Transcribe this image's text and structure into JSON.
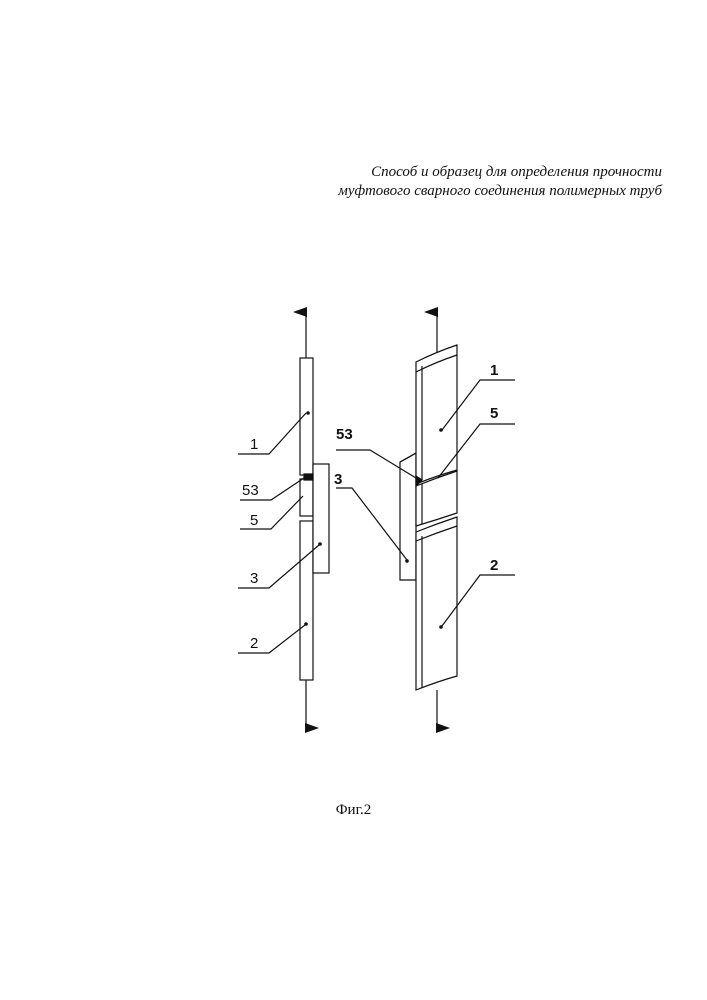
{
  "header": {
    "title_line1": "Способ и образец для определения прочности",
    "title_line2": "муфтового сварного соединения полимерных труб"
  },
  "side_view": {
    "labels": [
      "1",
      "53",
      "5",
      "3",
      "2"
    ]
  },
  "iso_view": {
    "labels": [
      "53",
      "1",
      "5",
      "3",
      "2"
    ]
  },
  "caption": "Фиг.2"
}
